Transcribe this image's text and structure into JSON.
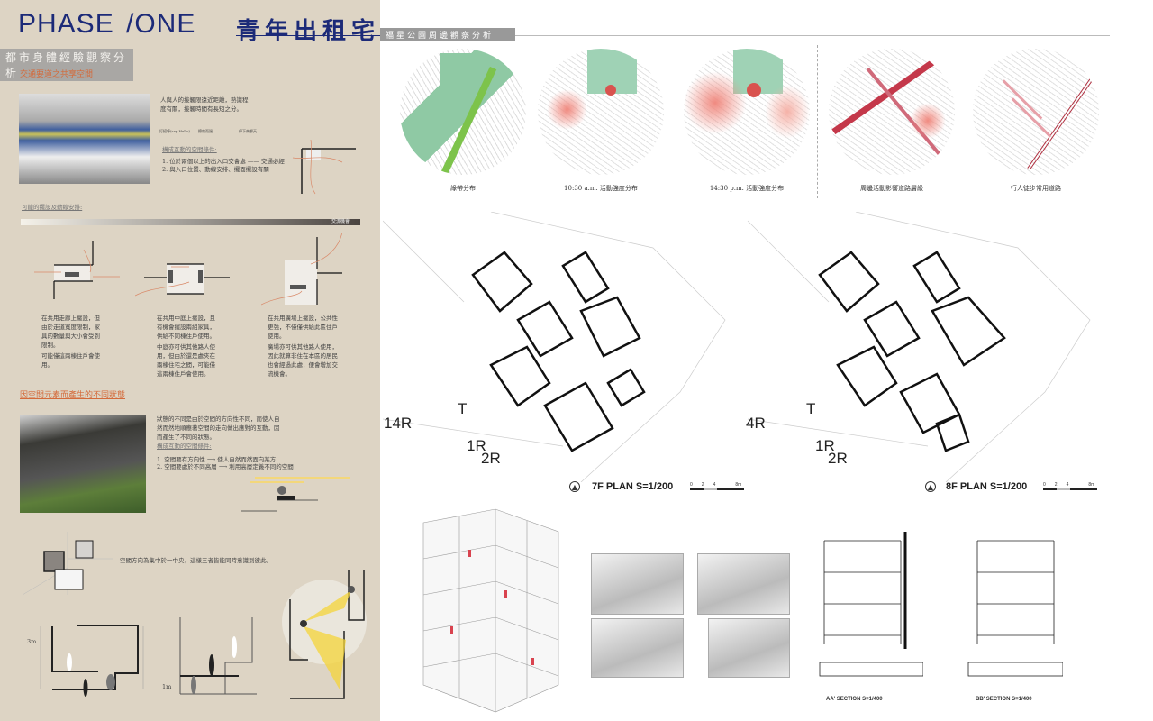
{
  "colors": {
    "panel": "#ddd4c4",
    "title": "#1c2a78",
    "section": "#d46a3a",
    "accent_red": "#d9534f",
    "green": "#8fc9a4"
  },
  "header": {
    "phase": "PHASE",
    "one": "/ONE",
    "title_zh": "青年出租宅",
    "subtitle": "都市身體經驗觀察分析"
  },
  "left": {
    "section1": {
      "title": "交通要道之共享空間",
      "para": "人與人的接觸限遠近距離，熟識程度有關，接觸時間有長短之分。",
      "timeline": [
        "打招呼(say Hello)",
        "擦肩而過",
        "停下來聊天"
      ],
      "cond_title": "構成互動的空間條件:",
      "conds": [
        "1. 位於兩個以上的出入口交會處 —— 交通必經",
        "2. 與入口位置、動線安排、擺面擺設有關"
      ],
      "layout_title": "可能的擺設及動線安排:",
      "gradient_label": "交流機會",
      "captions": [
        [
          "在共用走廊上擺設，但由於走道寬度限制，家具的數量與大小會受到限制。",
          "可能僅這兩棟住戶會使用。"
        ],
        [
          "在共用中庭上擺設，且有機會擺設兩組家具，供給不同棟住戶使用。",
          "中庭亦可供其他路人使用，但由於還是處夾在兩棟住宅之間，可能僅這兩棟住戶會使用。"
        ],
        [
          "在共用廣場上擺設，公共性更強，不僅僅供給此區住戶使用。",
          "廣場亦可供其他路人使用，因此就算非住在本區的居民也會經過此處，便會增加交流機會。"
        ]
      ]
    },
    "section2": {
      "title": "因空間元素而產生的不同狀態",
      "para": "狀態的不同是由於空間的方向性不同，而使人自然而然地順應著空間的走向做出應對的互動，因而產生了不同的狀態。",
      "cond_title": "構成互動的空間條件:",
      "conds": [
        "1. 空間要有方向性 ⟶ 使人自然而然面向某方",
        "2. 空間要處於不同高層 ⟶ 利用高層定義不同的空間"
      ],
      "center_note": "空間方向為集中於一中央，這樣三者皆能同時意識到彼此。",
      "dim_3m": "3m",
      "dim_1m": "1m"
    }
  },
  "right": {
    "analysis_title": "福星公園周邊觀察分析",
    "circles": [
      {
        "label": "綠帶分布"
      },
      {
        "label": "10:30 a.m. 活動強度分布"
      },
      {
        "label": "14:30 p.m. 活動強度分布"
      },
      {
        "label": "周邊活動影響道路層級"
      },
      {
        "label": "行人徒步常用道路"
      }
    ],
    "plans": [
      {
        "label": "7F PLAN  S=1/200",
        "site": [
          "14R",
          "T",
          "1R",
          "2R"
        ]
      },
      {
        "label": "8F PLAN  S=1/200",
        "site": [
          "4R",
          "T",
          "1R",
          "2R"
        ]
      }
    ],
    "scale_ticks": [
      "0",
      "2",
      "4",
      "8m"
    ],
    "sections": [
      {
        "label": "AA' SECTION  S=1/400"
      },
      {
        "label": "BB' SECTION  S=1/400"
      }
    ]
  }
}
